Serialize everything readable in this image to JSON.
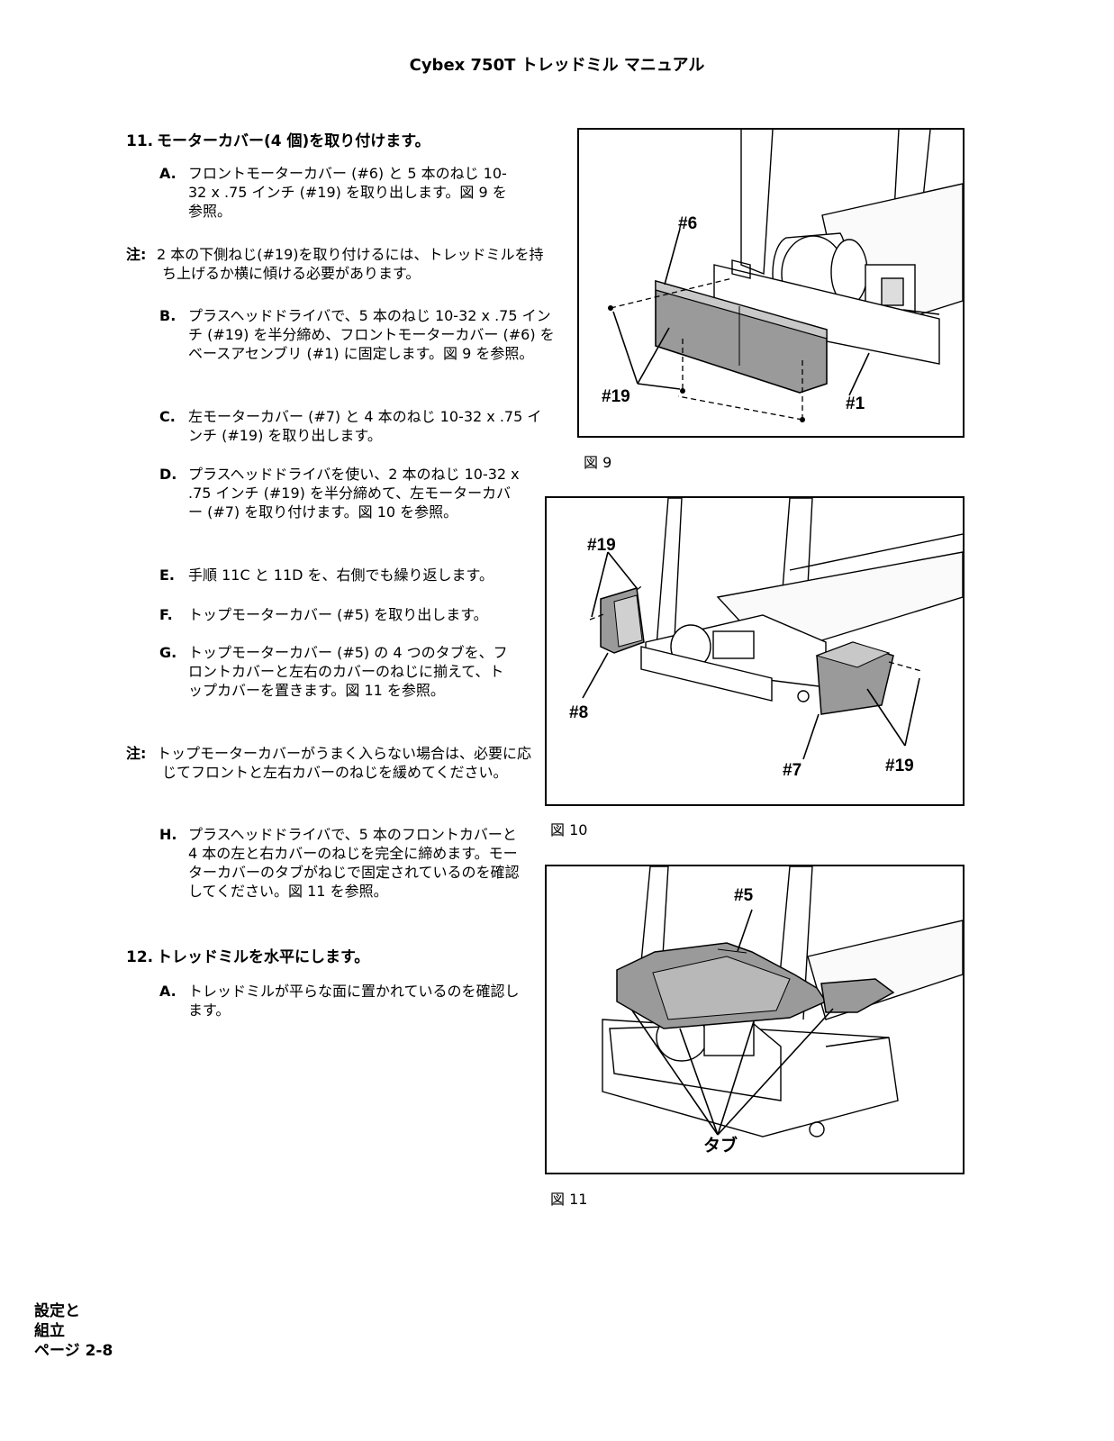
{
  "header": {
    "title": "Cybex 750T トレッドミル マニュアル"
  },
  "step11": {
    "number": "11.",
    "title": "モーターカバー(4 個)を取り付けます。",
    "a": {
      "letter": "A.",
      "text": "フロントモーターカバー (#6) と 5 本のねじ 10-32 x .75 インチ (#19) を取り出します。図 9 を参照。"
    },
    "note1": {
      "label": "注:",
      "text": "2 本の下側ねじ(#19)を取り付けるには、トレッドミルを持ち上げるか横に傾ける必要があります。"
    },
    "b": {
      "letter": "B.",
      "text": "プラスヘッドドライバで、5 本のねじ 10-32 x .75 インチ (#19) を半分締め、フロントモーターカバー (#6) をベースアセンブリ (#1) に固定します。図 9 を参照。"
    },
    "c": {
      "letter": "C.",
      "text": "左モーターカバー (#7) と 4 本のねじ 10-32 x .75 インチ (#19) を取り出します。"
    },
    "d": {
      "letter": "D.",
      "text": "プラスヘッドドライバを使い、2 本のねじ 10-32 x .75 インチ (#19) を半分締めて、左モーターカバー (#7) を取り付けます。図 10 を参照。"
    },
    "e": {
      "letter": "E.",
      "text": "手順 11C と 11D を、右側でも繰り返します。"
    },
    "f": {
      "letter": "F.",
      "text": "トップモーターカバー (#5) を取り出します。"
    },
    "g": {
      "letter": "G.",
      "text": "トップモーターカバー (#5) の 4 つのタブを、フロントカバーと左右のカバーのねじに揃えて、トップカバーを置きます。図 11 を参照。"
    },
    "note2": {
      "label": "注:",
      "text": "トップモーターカバーがうまく入らない場合は、必要に応じてフロントと左右カバーのねじを緩めてください。"
    },
    "h": {
      "letter": "H.",
      "text": "プラスヘッドドライバで、5 本のフロントカバーと 4 本の左と右カバーのねじを完全に締めます。モーターカバーのタブがねじで固定されているのを確認してください。図 11 を参照。"
    }
  },
  "step12": {
    "number": "12.",
    "title": "トレッドミルを水平にします。",
    "a": {
      "letter": "A.",
      "text": "トレッドミルが平らな面に置かれているのを確認します。"
    }
  },
  "figures": {
    "fig9": {
      "caption": "図 9",
      "labels": {
        "part6": "#6",
        "part19": "#19",
        "part1": "#1"
      }
    },
    "fig10": {
      "caption": "図 10",
      "labels": {
        "part19_top": "#19",
        "part8": "#8",
        "part7": "#7",
        "part19_bottom": "#19"
      }
    },
    "fig11": {
      "caption": "図 11",
      "labels": {
        "part5": "#5",
        "tab": "タブ"
      }
    }
  },
  "footer": {
    "line1": "設定と",
    "line2": "組立",
    "line3": "ページ 2-8"
  }
}
